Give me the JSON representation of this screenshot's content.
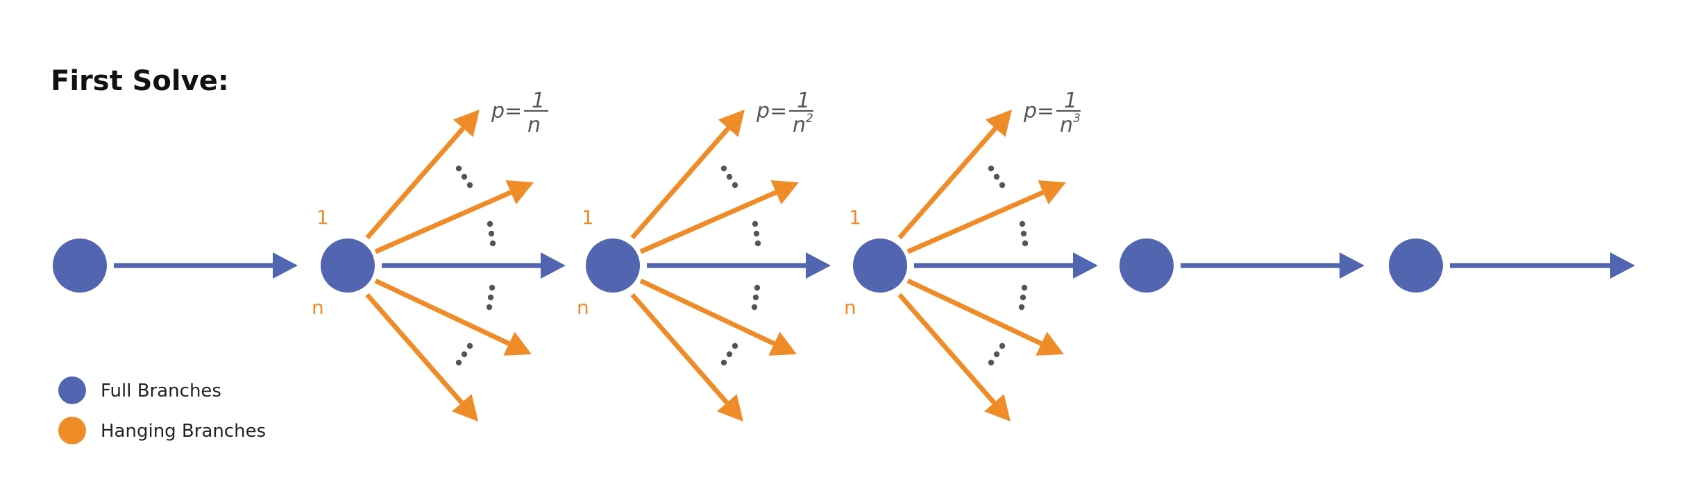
{
  "title": "First Solve:",
  "colors": {
    "full": "#5265B0",
    "hanging": "#F08C28",
    "dots": "#555555"
  },
  "legend": [
    {
      "label": "Full Branches",
      "color": "#5265B0"
    },
    {
      "label": "Hanging Branches",
      "color": "#F08C28"
    }
  ],
  "branch_labels": {
    "first": "1",
    "last": "n"
  },
  "probabilities": [
    {
      "prefix": "p=",
      "numerator": "1",
      "denominator": "n",
      "exponent": ""
    },
    {
      "prefix": "p=",
      "numerator": "1",
      "denominator": "n",
      "exponent": "2"
    },
    {
      "prefix": "p=",
      "numerator": "1",
      "denominator": "n",
      "exponent": "3"
    }
  ]
}
